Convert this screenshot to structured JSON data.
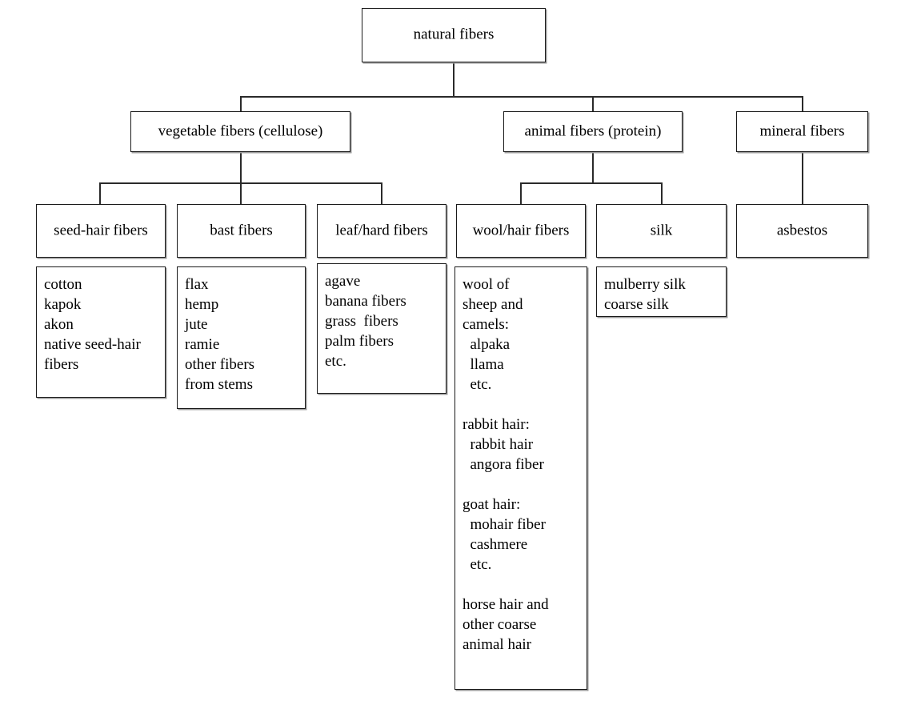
{
  "diagram": {
    "title": "natural fibers",
    "root": {
      "label": "natural fibers"
    },
    "level2": [
      {
        "label": "vegetable fibers (cellulose)"
      },
      {
        "label": "animal fibers (protein)"
      },
      {
        "label": "mineral fibers"
      }
    ],
    "level3": [
      {
        "label": "seed-hair fibers"
      },
      {
        "label": "bast fibers"
      },
      {
        "label": "leaf/hard fibers"
      },
      {
        "label": "wool/hair fibers"
      },
      {
        "label": "silk"
      },
      {
        "label": "asbestos"
      }
    ],
    "lists": {
      "seed_hair": [
        "cotton",
        "kapok",
        "akon",
        "native seed-hair",
        "fibers"
      ],
      "bast": [
        "flax",
        "hemp",
        "jute",
        "ramie",
        "other fibers",
        "from stems"
      ],
      "leaf_hard": [
        "agave",
        "banana fibers",
        "grass  fibers",
        "palm fibers",
        "etc."
      ],
      "wool_hair": [
        "wool of",
        "sheep and",
        "camels:",
        "  alpaka",
        "  llama",
        "  etc.",
        "",
        "rabbit hair:",
        "  rabbit hair",
        "  angora fiber",
        "",
        "goat hair:",
        "  mohair fiber",
        "  cashmere",
        "  etc.",
        "",
        "horse hair and",
        "other coarse",
        "animal hair"
      ],
      "silk": [
        "mulberry silk",
        "coarse silk"
      ]
    },
    "colors": {
      "background": "#ffffff",
      "border": "#1a1a1a",
      "shadow": "#9a9a9a",
      "connector": "#2a2a2a",
      "text": "#000000"
    }
  }
}
